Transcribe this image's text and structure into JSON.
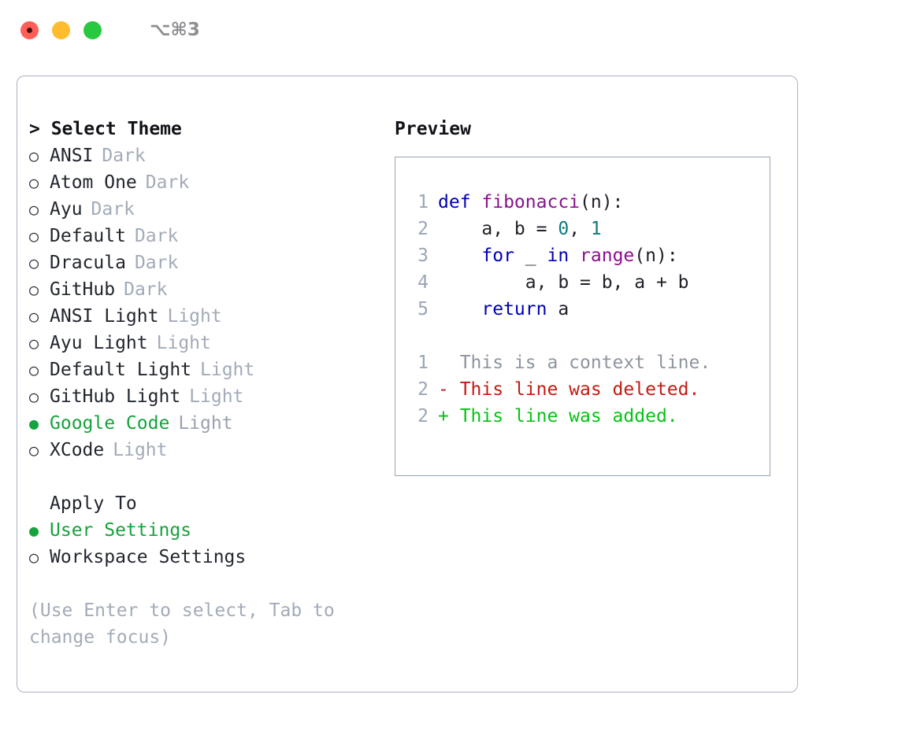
{
  "titlebar": {
    "shortcut": "⌥⌘3",
    "dots": [
      "close-red",
      "minimize-yellow",
      "maximize-green"
    ]
  },
  "theme_picker": {
    "header": "> Select Theme",
    "options": [
      {
        "marker": "○",
        "label": "ANSI",
        "category": "Dark",
        "selected": false
      },
      {
        "marker": "○",
        "label": "Atom One",
        "category": "Dark",
        "selected": false
      },
      {
        "marker": "○",
        "label": "Ayu",
        "category": "Dark",
        "selected": false
      },
      {
        "marker": "○",
        "label": "Default",
        "category": "Dark",
        "selected": false
      },
      {
        "marker": "○",
        "label": "Dracula",
        "category": "Dark",
        "selected": false
      },
      {
        "marker": "○",
        "label": "GitHub",
        "category": "Dark",
        "selected": false
      },
      {
        "marker": "○",
        "label": "ANSI Light",
        "category": "Light",
        "selected": false
      },
      {
        "marker": "○",
        "label": "Ayu Light",
        "category": "Light",
        "selected": false
      },
      {
        "marker": "○",
        "label": "Default Light",
        "category": "Light",
        "selected": false
      },
      {
        "marker": "○",
        "label": "GitHub Light",
        "category": "Light",
        "selected": false
      },
      {
        "marker": "●",
        "label": "Google Code",
        "category": "Light",
        "selected": true
      },
      {
        "marker": "○",
        "label": "XCode",
        "category": "Light",
        "selected": false
      }
    ]
  },
  "apply_to": {
    "header": "Apply To",
    "options": [
      {
        "marker": "●",
        "label": "User Settings",
        "selected": true
      },
      {
        "marker": "○",
        "label": "Workspace Settings",
        "selected": false
      }
    ]
  },
  "hint": "(Use Enter to select, Tab to\nchange focus)",
  "preview": {
    "header": "Preview",
    "code_lines": [
      {
        "no": "1",
        "tokens": [
          {
            "t": "def ",
            "c": "kw"
          },
          {
            "t": "fibonacci",
            "c": "fn"
          },
          {
            "t": "(n):",
            "c": "pln"
          }
        ]
      },
      {
        "no": "2",
        "tokens": [
          {
            "t": "    a, b = ",
            "c": "pln"
          },
          {
            "t": "0",
            "c": "num"
          },
          {
            "t": ", ",
            "c": "pln"
          },
          {
            "t": "1",
            "c": "num"
          }
        ]
      },
      {
        "no": "3",
        "tokens": [
          {
            "t": "    ",
            "c": "pln"
          },
          {
            "t": "for",
            "c": "kw"
          },
          {
            "t": " _ ",
            "c": "pln"
          },
          {
            "t": "in",
            "c": "kw"
          },
          {
            "t": " ",
            "c": "pln"
          },
          {
            "t": "range",
            "c": "fn"
          },
          {
            "t": "(n):",
            "c": "pln"
          }
        ]
      },
      {
        "no": "4",
        "tokens": [
          {
            "t": "        a, b = b, a + b",
            "c": "pln"
          }
        ]
      },
      {
        "no": "5",
        "tokens": [
          {
            "t": "    ",
            "c": "pln"
          },
          {
            "t": "return",
            "c": "kw"
          },
          {
            "t": " a",
            "c": "pln"
          }
        ]
      }
    ],
    "diff_lines": [
      {
        "no": "1",
        "text": "  This is a context line.",
        "kind": "context"
      },
      {
        "no": "2",
        "text": "- This line was deleted.",
        "kind": "del"
      },
      {
        "no": "2",
        "text": "+ This line was added.",
        "kind": "add"
      }
    ]
  },
  "colors": {
    "accent_green": "#14a33c",
    "diff_add": "#07c217",
    "diff_del": "#c21c13",
    "muted": "#a3abb8",
    "keyword": "#0000b8",
    "function": "#8e0f8e",
    "number": "#0b7b7b",
    "border": "#aab3c0"
  }
}
